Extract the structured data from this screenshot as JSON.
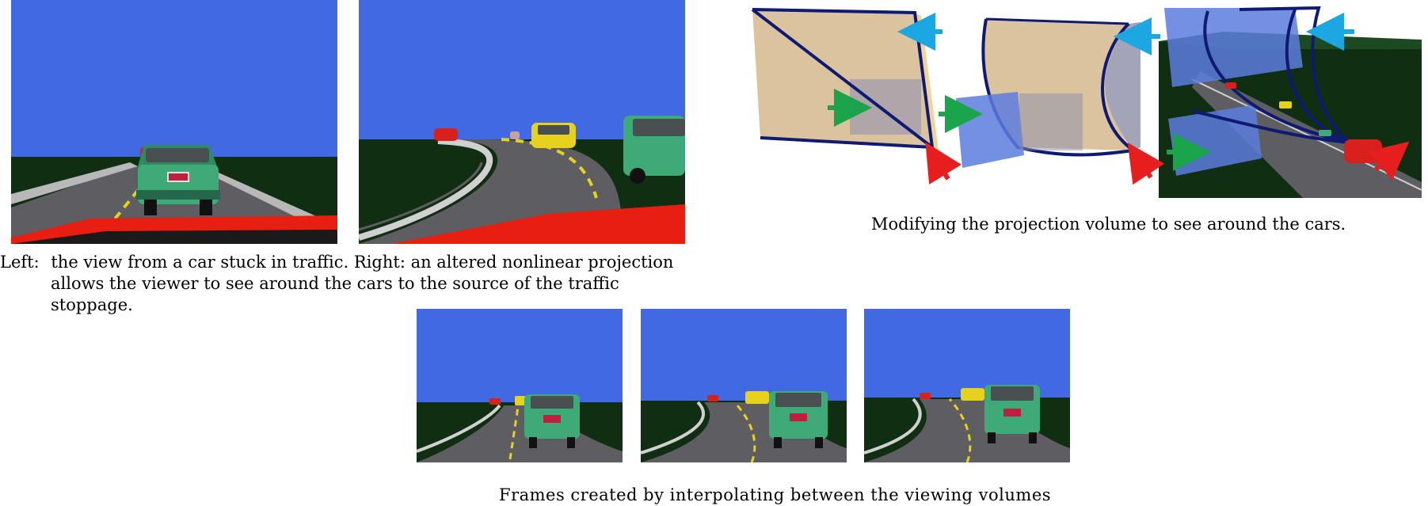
{
  "captions": {
    "left_label": "Left:",
    "left_line1": "the view from a car stuck in traffic.  Right:  an altered nonlinear projection",
    "left_line2": "allows the viewer to see around the cars to the source of the traffic stoppage.",
    "right": "Modifying the projection volume to see around the cars.",
    "bottom": "Frames created by interpolating between the viewing volumes"
  },
  "colors": {
    "sky": "#4169E1",
    "grass": "#0F2E12",
    "road": "#5D5D62",
    "car_green": "#3DAA78",
    "car_yellow": "#E6D21C",
    "car_red": "#D8201C",
    "dashboard_red": "#E81E10",
    "volume_tan": "#D4B98C",
    "volume_blue": "#5C7CDE",
    "edge_navy": "#0F1A72",
    "arrow_cyan": "#1BA7E2",
    "arrow_green": "#1AA44C",
    "arrow_red": "#E61E1E"
  }
}
